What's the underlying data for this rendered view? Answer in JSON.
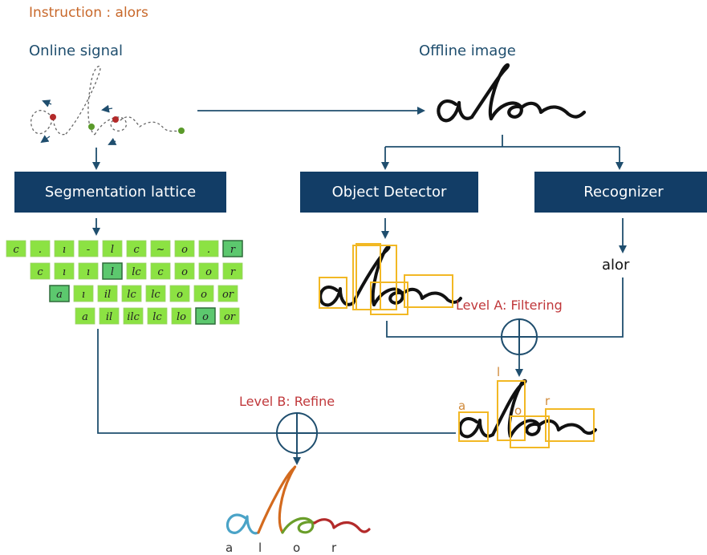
{
  "instruction": "Instruction : alors",
  "online_signal_label": "Online signal",
  "offline_image_label": "Offline image",
  "boxes": {
    "segmentation": "Segmentation lattice",
    "object_detector": "Object Detector",
    "recognizer": "Recognizer"
  },
  "recognizer_output": "alor",
  "level_a": "Level A: Filtering",
  "level_b": "Level B: Refine",
  "detected_chars": [
    "a",
    "l",
    "o",
    "r"
  ],
  "output_chars": [
    "a",
    "l",
    "o",
    "r"
  ],
  "lattice_rows": [
    [
      "c",
      ".",
      "ı",
      "-",
      "l",
      "c",
      "~",
      "o",
      ".",
      "r"
    ],
    [
      "c",
      "ı",
      "ı",
      "l",
      "lc",
      "c",
      "o",
      "o",
      "r"
    ],
    [
      "a",
      "ı",
      "il",
      "lc",
      "lc",
      "o",
      "o",
      "or"
    ],
    [
      "a",
      "il",
      "ilc",
      "lc",
      "lo",
      "o",
      "or"
    ]
  ],
  "colors": {
    "arrow": "#1f4e6e",
    "box": "#123d66",
    "highlight": "#f2b824",
    "lattice_cell": "#8ce243",
    "lattice_selected": "#5cc86e",
    "stroke_a": "#4aa3c7",
    "stroke_l": "#d36a1e",
    "stroke_o": "#6a9e2a",
    "stroke_r": "#b32a2a"
  },
  "icons": [
    "arrow-icon",
    "plus-circle-icon"
  ]
}
